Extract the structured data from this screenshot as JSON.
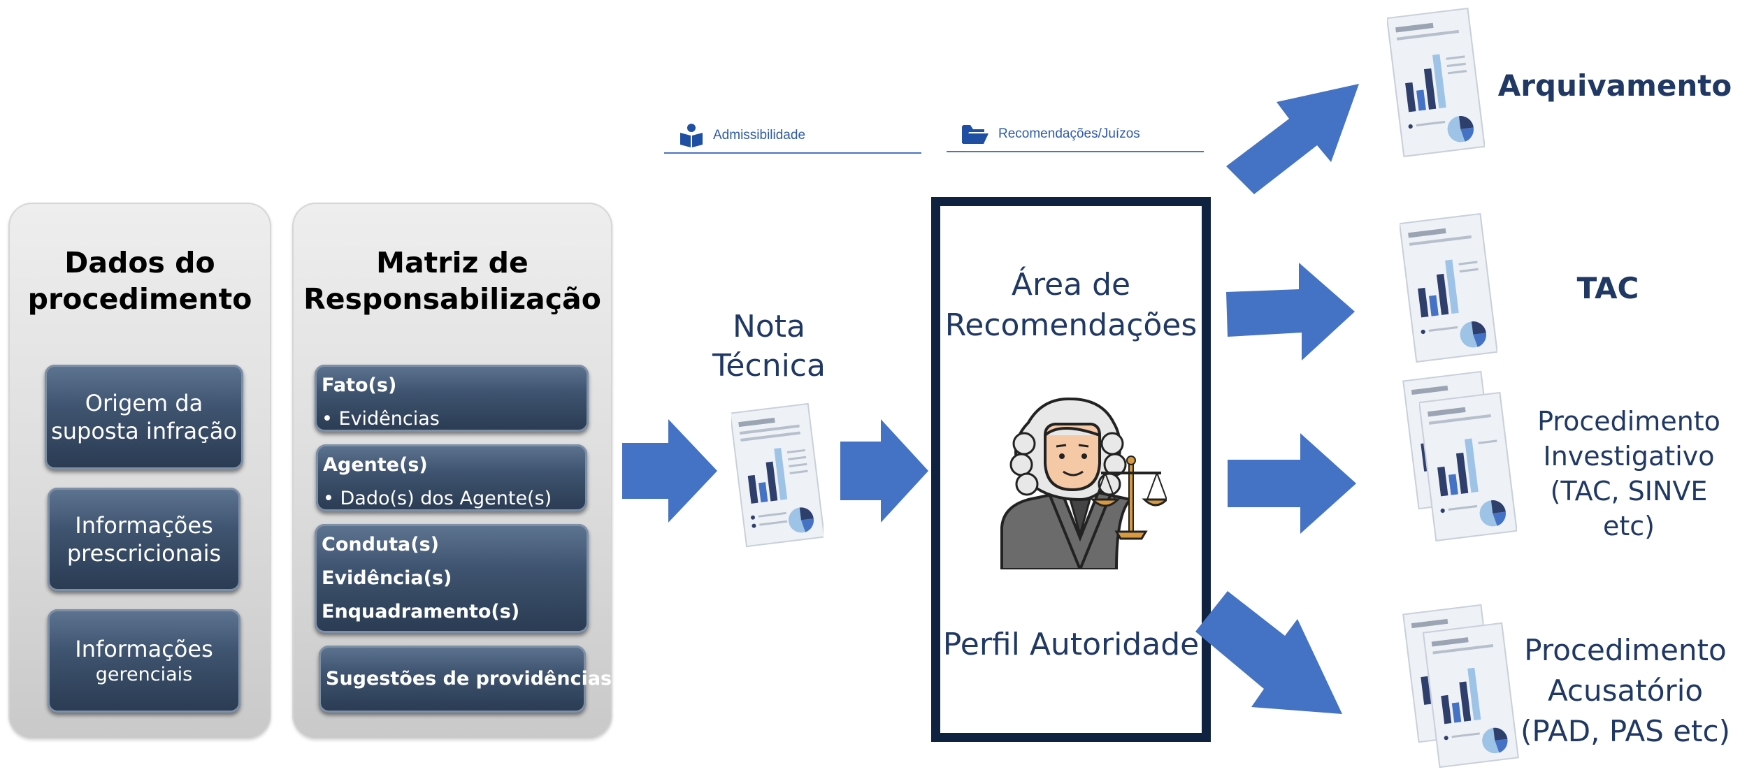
{
  "panels": {
    "dados": {
      "title": "Dados do\nprocedimento",
      "items": [
        {
          "line1": "Origem da",
          "line2": "suposta infração"
        },
        {
          "line1": "Informações",
          "line2": "prescricionais"
        },
        {
          "line1": "Informações",
          "line2": "gerenciais"
        }
      ]
    },
    "matriz": {
      "title": "Matriz de\nResponsabilização",
      "items": [
        {
          "lines": [
            {
              "text": "Fato(s)",
              "bold": true
            },
            {
              "text": "• Evidências",
              "bold": false
            }
          ]
        },
        {
          "lines": [
            {
              "text": "Agente(s)",
              "bold": true
            },
            {
              "text": "• Dado(s) dos Agente(s)",
              "bold": false
            }
          ]
        },
        {
          "lines": [
            {
              "text": "Conduta(s)",
              "bold": true
            },
            {
              "text": "Evidência(s)",
              "bold": true
            },
            {
              "text": "Enquadramento(s)",
              "bold": true
            }
          ]
        },
        {
          "lines": [
            {
              "text": "Sugestões de providências",
              "bold": true
            }
          ]
        }
      ]
    }
  },
  "nota_tecnica": {
    "line1": "Nota",
    "line2": "Técnica"
  },
  "tabs": {
    "admissibilidade": {
      "label": "Admissibilidade",
      "icon": "reading-person-icon"
    },
    "recomendacoes": {
      "label": "Recomendações/Juízos",
      "icon": "folder-open-icon"
    }
  },
  "authority_box": {
    "title_line1": "Área de",
    "title_line2": "Recomendações",
    "footer": "Perfil Autoridade",
    "icon": "judge-icon"
  },
  "outcomes": {
    "arquivamento": {
      "line1": "Arquivamento"
    },
    "tac": {
      "line1": "TAC"
    },
    "investigativo": {
      "line1": "Procedimento",
      "line2": "Investigativo",
      "line3": "(TAC, SINVE etc)"
    },
    "acusatorio": {
      "line1": "Procedimento",
      "line2": "Acusatório",
      "line3": "(PAD, PAS etc)"
    }
  },
  "colors": {
    "arrow": "#4472c4",
    "dark_navy": "#203864",
    "box_dark": "#2a3b52"
  }
}
